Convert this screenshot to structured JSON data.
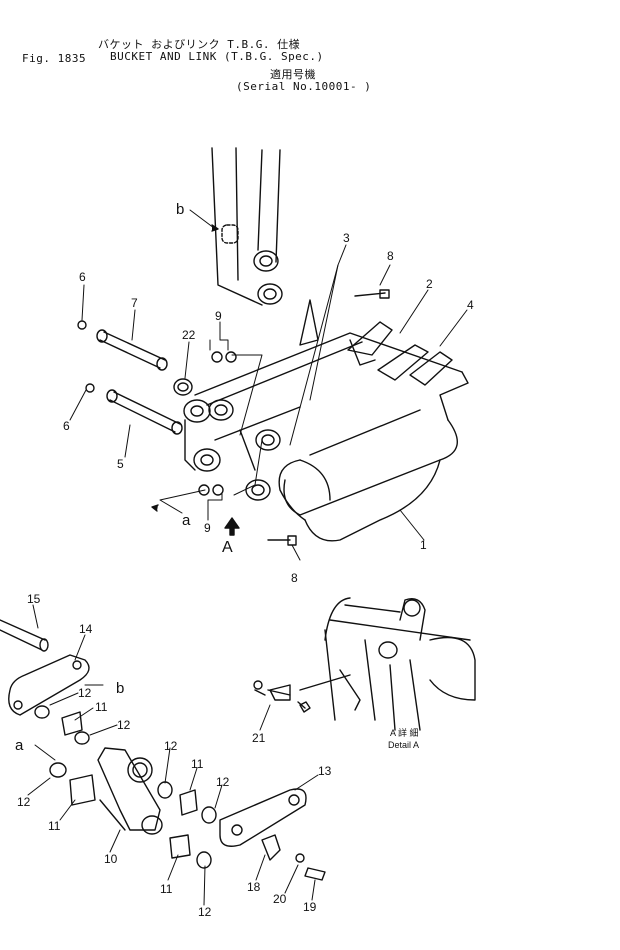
{
  "header": {
    "figure": "Fig. 1835",
    "title_jp": "バケット およびリンク  T.B.G. 仕様",
    "title_en": "BUCKET AND LINK (T.B.G. Spec.)",
    "serial_jp": "適用号機",
    "serial": "(Serial No.10001- )"
  },
  "callouts": {
    "c1": "1",
    "c2": "2",
    "c3": "3",
    "c4": "4",
    "c5": "5",
    "c6a": "6",
    "c6b": "6",
    "c7": "7",
    "c8a": "8",
    "c8b": "8",
    "c9a": "9",
    "c9b": "9",
    "c10": "10",
    "c11a": "11",
    "c11b": "11",
    "c11c": "11",
    "c12a": "12",
    "c12b": "12",
    "c12c": "12",
    "c12d": "12",
    "c12e": "12",
    "c12f": "12",
    "c13": "13",
    "c14": "14",
    "c15": "15",
    "c18": "18",
    "c19": "19",
    "c20": "20",
    "c21": "21",
    "c22": "22"
  },
  "refs": {
    "b_top": "b",
    "a_mid": "a",
    "A_view": "A",
    "b_link": "b",
    "a_link": "a"
  },
  "detail": {
    "label_jp": "A 詳 細",
    "label_en": "Detail A"
  }
}
